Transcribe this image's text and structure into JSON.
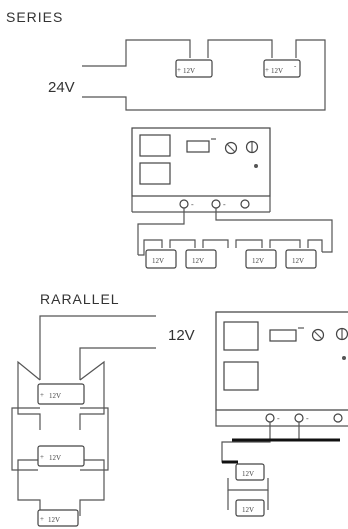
{
  "labels": {
    "series": "SERIES",
    "parallel": "RARALLEL",
    "series_voltage": "24V",
    "parallel_voltage": "12V"
  },
  "battery": {
    "label": "12V",
    "plus": "+",
    "minus": "-"
  }
}
